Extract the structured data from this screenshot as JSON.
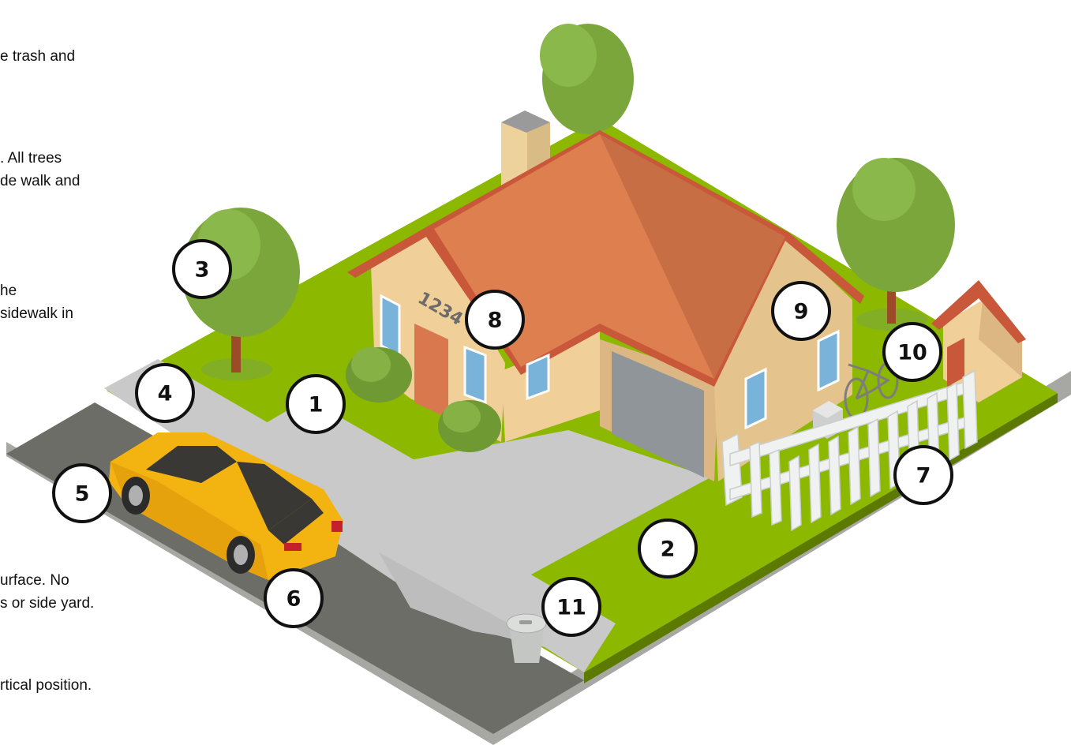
{
  "text_fragments": {
    "line1": "e trash and",
    "line2a": ". All trees",
    "line2b": "de walk and",
    "line3a": "he",
    "line3b": "sidewalk in",
    "line4a": "urface. No",
    "line4b": "s or side yard.",
    "line5": "rtical position."
  },
  "house_number": "1234",
  "callouts": [
    "1",
    "2",
    "3",
    "4",
    "5",
    "6",
    "7",
    "8",
    "9",
    "10",
    "11"
  ],
  "colors": {
    "lawn": "#8cb800",
    "lawn_edge": "#6f8f00",
    "roof": "#de7f50",
    "roof_shade": "#c86e44",
    "wall": "#f0cf98",
    "wall_shade": "#dcb783",
    "door": "#d9784e",
    "window": "#7ab3da",
    "garage": "#8f9598",
    "concrete": "#c8c8c8",
    "road": "#6b6d66",
    "tree": "#7aa63c",
    "trunk": "#9b4b28",
    "car": "#f3b412",
    "fence": "#eff2f0"
  }
}
